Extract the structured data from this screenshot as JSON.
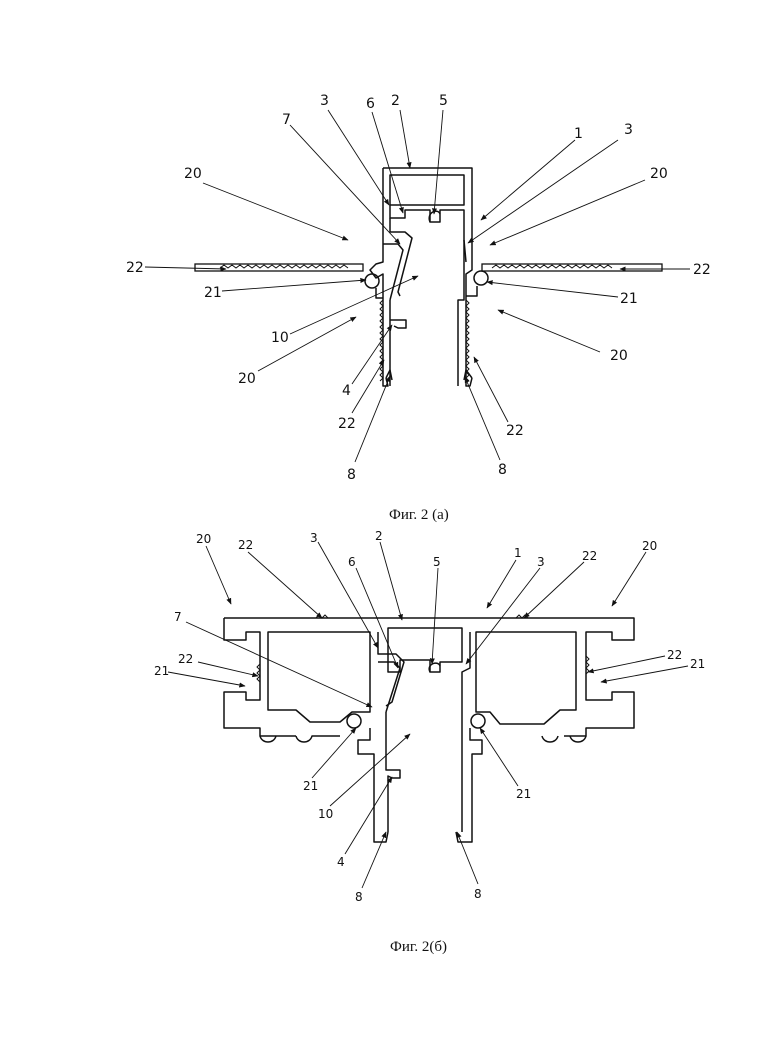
{
  "figures": [
    {
      "caption": "Фиг. 2 (а)",
      "labels": [
        "3",
        "6",
        "2",
        "5",
        "7",
        "1",
        "3",
        "20",
        "20",
        "22",
        "22",
        "21",
        "21",
        "10",
        "20",
        "20",
        "4",
        "22",
        "22",
        "8",
        "8"
      ]
    },
    {
      "caption": "Фиг. 2(б)",
      "labels": [
        "3",
        "2",
        "20",
        "22",
        "6",
        "5",
        "1",
        "3",
        "22",
        "20",
        "7",
        "22",
        "21",
        "22",
        "21",
        "21",
        "10",
        "21",
        "4",
        "8",
        "8"
      ]
    }
  ]
}
